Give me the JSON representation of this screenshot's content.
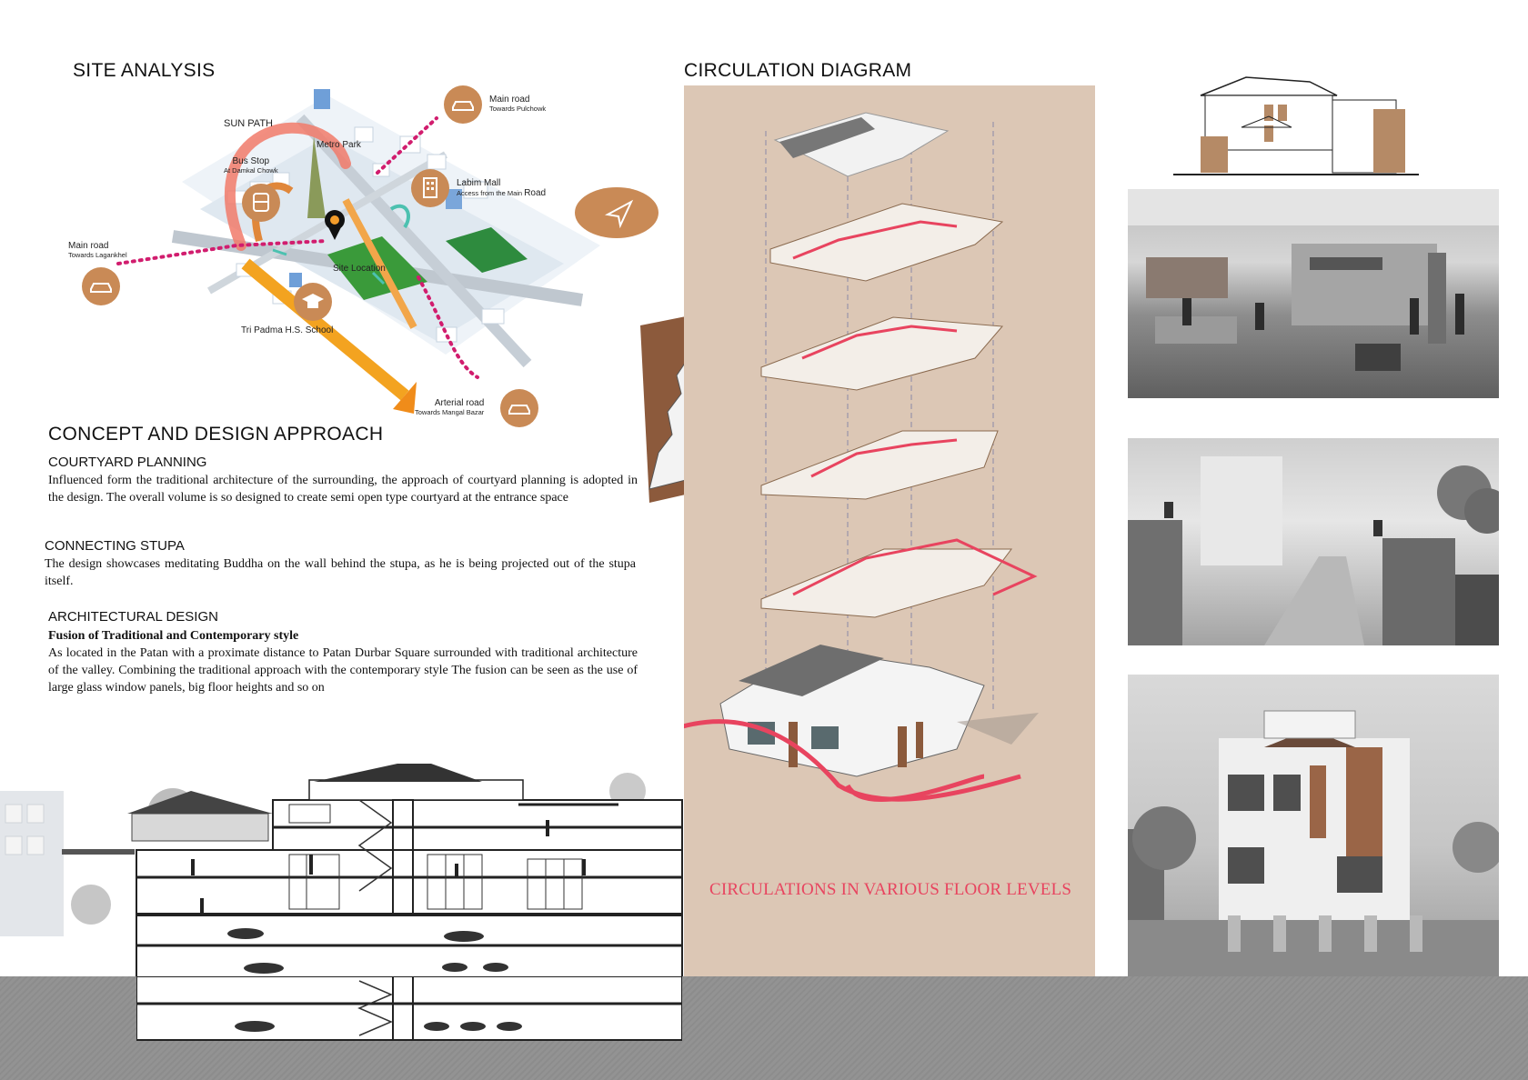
{
  "site_analysis": {
    "title": "SITE ANALYSIS",
    "sun_path": "SUN PATH",
    "metro_park": "Metro Park",
    "site_location": "Site Location",
    "main_road_top": {
      "title": "Main road",
      "sub": "Towards Pulchowk"
    },
    "bus_stop": {
      "title": "Bus Stop",
      "sub": "At Damkal Chowk"
    },
    "labim_mall": {
      "title": "Labim Mall",
      "sub": "Access from the Main",
      "sub2": "Road"
    },
    "main_road_left": {
      "title": "Main road",
      "sub": "Towards Lagankhel"
    },
    "school": {
      "title": "Tri Padma H.S. School"
    },
    "arterial_road": {
      "title": "Arterial road",
      "sub": "Towards Mangal Bazar"
    }
  },
  "concept": {
    "title": "CONCEPT AND DESIGN APPROACH",
    "sections": [
      {
        "heading": "COURTYARD PLANNING",
        "body": "Influenced form the traditional architecture of the surrounding, the approach of courtyard planning is adopted in the design. The overall volume is so designed to create semi open type courtyard at the entrance space"
      },
      {
        "heading": "CONNECTING STUPA",
        "body": "The design showcases meditating Buddha on the wall behind the stupa, as he is being projected out of the stupa itself."
      },
      {
        "heading": "ARCHITECTURAL DESIGN",
        "subheading": "Fusion of Traditional and Contemporary style",
        "body": "As located in the Patan with a proximate distance to Patan Durbar Square surrounded with traditional architecture of the valley. Combining the traditional approach with the contemporary style The fusion can be seen as the use of large glass window panels, big floor heights and so on"
      }
    ]
  },
  "circulation": {
    "title": "CIRCULATION DIAGRAM",
    "caption": "CIRCULATIONS IN VARIOUS FLOOR LEVELS"
  },
  "colors": {
    "accent_orange": "#c98a56",
    "circulation_red": "#e8445f",
    "panel_beige": "#dcc7b5",
    "ground_grey": "#8f8f8f"
  }
}
